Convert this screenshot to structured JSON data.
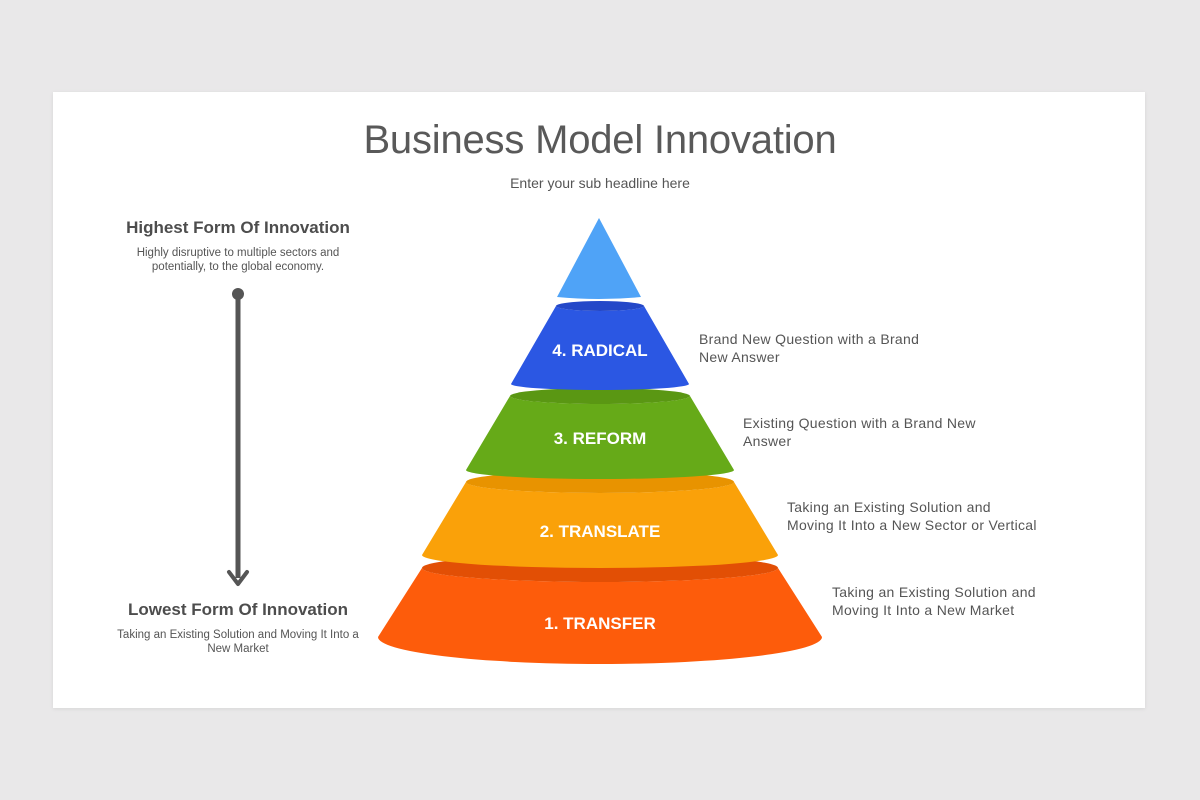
{
  "title": "Business Model Innovation",
  "subtitle": "Enter your sub headline here",
  "highest": {
    "heading": "Highest Form Of Innovation",
    "description_line1": "Highly disruptive to multiple sectors and",
    "description_line2": "potentially, to the global economy."
  },
  "lowest": {
    "heading": "Lowest Form Of Innovation",
    "description_line1": "Taking an Existing Solution and Moving It Into a",
    "description_line2": "New Market"
  },
  "layers": [
    {
      "label": "4. RADICAL",
      "color": "#2b57e3",
      "desc_line1": "Brand New Question with a Brand",
      "desc_line2": "New Answer"
    },
    {
      "label": "3. REFORM",
      "color": "#66aa18",
      "desc_line1": "Existing Question with a Brand New",
      "desc_line2": "Answer"
    },
    {
      "label": "2. TRANSLATE",
      "color": "#faa109",
      "desc_line1": "Taking an Existing Solution and",
      "desc_line2": "Moving It Into a New Sector or Vertical"
    },
    {
      "label": "1. TRANSFER",
      "color": "#fd5c0b",
      "desc_line1": "Taking an Existing Solution and",
      "desc_line2": "Moving It Into a New Market"
    }
  ],
  "tip_color": "#4fa3f7",
  "arrow_color": "#555555"
}
